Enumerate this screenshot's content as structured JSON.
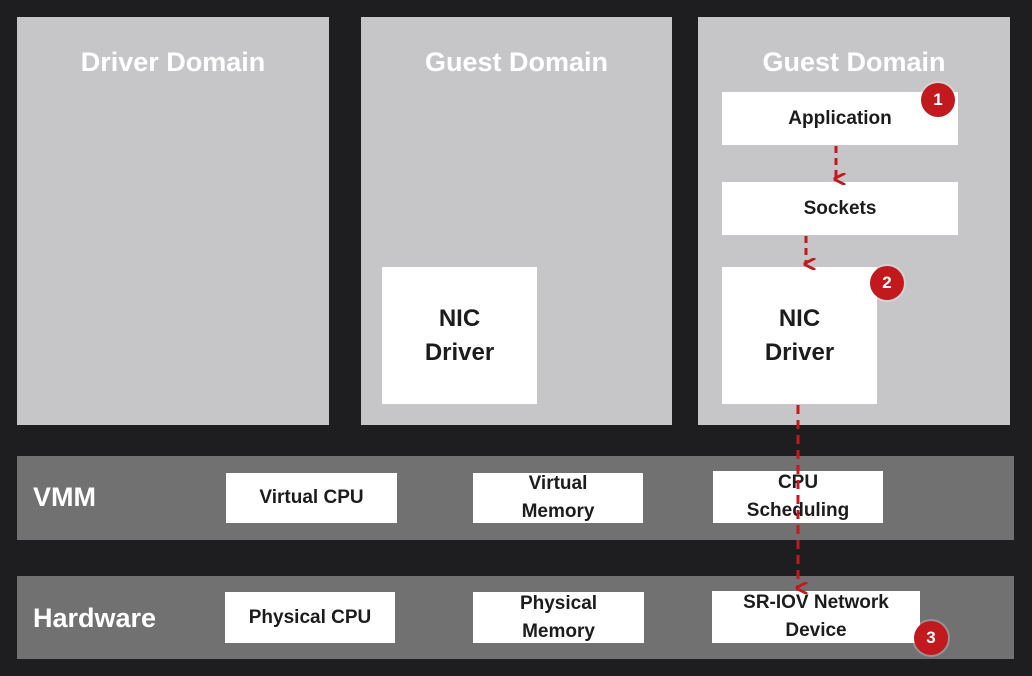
{
  "domains": {
    "driver": {
      "title": "Driver Domain"
    },
    "guest1": {
      "title": "Guest Domain",
      "nic_driver": "NIC\nDriver"
    },
    "guest2": {
      "title": "Guest Domain",
      "application": "Application",
      "sockets": "Sockets",
      "nic_driver": "NIC\nDriver"
    }
  },
  "vmm": {
    "label": "VMM",
    "items": [
      "Virtual CPU",
      "Virtual\nMemory",
      "CPU\nScheduling"
    ]
  },
  "hardware": {
    "label": "Hardware",
    "items": [
      "Physical CPU",
      "Physical\nMemory",
      "SR-IOV Network\nDevice"
    ]
  },
  "badges": [
    "1",
    "2",
    "3"
  ],
  "colors": {
    "badge": "#c1191d",
    "arrow": "#c1191d",
    "panel": "#c6c5c8",
    "bar": "#717172",
    "background": "#1e1e20"
  }
}
